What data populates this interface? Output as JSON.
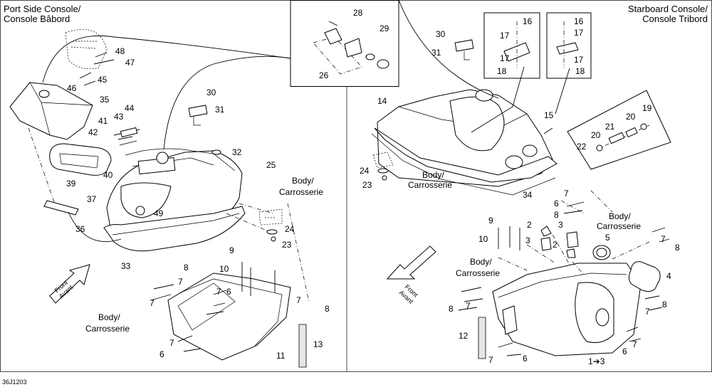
{
  "headers": {
    "port": [
      "Port Side Console/",
      "Console Bâbord"
    ],
    "starboard": [
      "Starboard Console/",
      "Console Tribord"
    ]
  },
  "body_label": [
    "Body/",
    "Carrosserie"
  ],
  "front_label": [
    "Front",
    "Avant"
  ],
  "figure_code": "36J1203",
  "callouts": {
    "n1_3": "1➔3",
    "n2a": "2",
    "n2b": "2",
    "n3a": "3",
    "n3b": "3",
    "n4": "4",
    "n5": "5",
    "n6a": "6",
    "n6b": "6",
    "n6c": "6",
    "n6d": "6",
    "n6e": "6",
    "n7a": "7",
    "n7b": "7",
    "n7c": "7",
    "n7d": "7",
    "n7e": "7",
    "n7f": "7",
    "n7g": "7",
    "n7h": "7",
    "n7i": "7",
    "n7j": "7",
    "n7k": "7",
    "n8a": "8",
    "n8b": "8",
    "n8c": "8",
    "n8d": "8",
    "n8e": "8",
    "n8f": "8",
    "n9a": "9",
    "n9b": "9",
    "n10a": "10",
    "n10b": "10",
    "n11": "11",
    "n12": "12",
    "n13": "13",
    "n14": "14",
    "n15": "15",
    "n16a": "16",
    "n16b": "16",
    "n17a": "17",
    "n17b": "17",
    "n17c": "17",
    "n17d": "17",
    "n18a": "18",
    "n18b": "18",
    "n19": "19",
    "n20a": "20",
    "n20b": "20",
    "n21": "21",
    "n22": "22",
    "n23a": "23",
    "n23b": "23",
    "n24a": "24",
    "n24b": "24",
    "n25": "25",
    "n26": "26",
    "n28": "28",
    "n29": "29",
    "n30a": "30",
    "n30b": "30",
    "n31a": "31",
    "n31b": "31",
    "n32": "32",
    "n33": "33",
    "n34": "34",
    "n35": "35",
    "n36": "36",
    "n37": "37",
    "n39": "39",
    "n40": "40",
    "n41": "41",
    "n42": "42",
    "n43": "43",
    "n44": "44",
    "n45": "45",
    "n46": "46",
    "n47": "47",
    "n48": "48",
    "n49": "49"
  }
}
